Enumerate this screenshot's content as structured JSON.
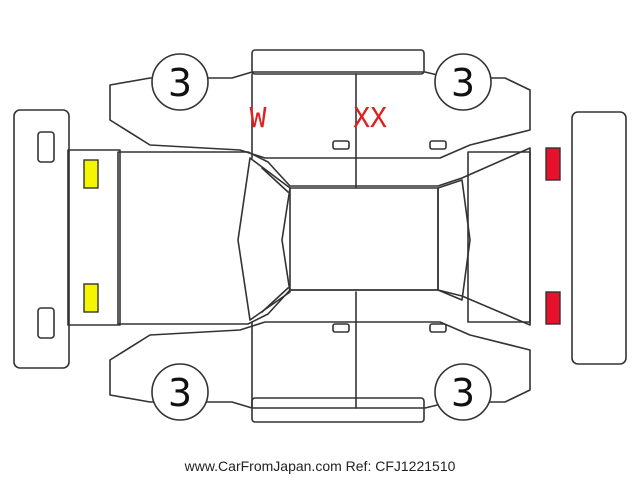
{
  "diagram": {
    "tire_ratings": {
      "front_left": "3",
      "front_right": "3",
      "rear_left": "3",
      "rear_right": "3"
    },
    "damage_marks": [
      {
        "panel": "upper-left-door",
        "label": "W"
      },
      {
        "panel": "upper-right-door",
        "label": "XX"
      }
    ],
    "front_lamp_color": "#f5f500",
    "rear_lamp_color": "#e8102a",
    "mark_color": "#e02020"
  },
  "footer": {
    "site": "www.CarFromJapan.com",
    "ref": "Ref: CFJ1221510"
  }
}
